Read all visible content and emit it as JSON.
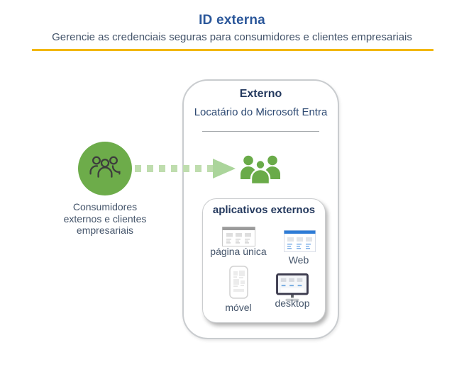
{
  "header": {
    "title": "ID externa",
    "subtitle": "Gerencie as credenciais seguras para consumidores e clientes empresariais"
  },
  "consumers": {
    "label_lines": [
      "Consumidores",
      "externos e clientes",
      "empresariais"
    ],
    "icon": "users-outline-icon"
  },
  "flow": {
    "arrow": "dashed-arrow-right"
  },
  "tenant_box": {
    "title": "Externo",
    "subtitle": "Locatário do Microsoft Entra",
    "users_icon": "users-group-icon"
  },
  "apps_box": {
    "title": "aplicativos externos",
    "apps": [
      {
        "label": "página única",
        "icon": "single-page-app-icon"
      },
      {
        "label": "Web",
        "icon": "web-app-icon"
      },
      {
        "label": "móvel",
        "icon": "mobile-app-icon"
      },
      {
        "label": "desktop",
        "icon": "desktop-app-icon"
      }
    ]
  },
  "colors": {
    "title_blue": "#2B579A",
    "heading_navy": "#24395E",
    "text_navy": "#44546A",
    "gold_rule": "#F2B700",
    "green_solid": "#6DAC4A",
    "green_light_dash": "#BFDDAE",
    "web_bar_blue": "#2E7CD6",
    "border_gray": "#C9CCCF"
  }
}
